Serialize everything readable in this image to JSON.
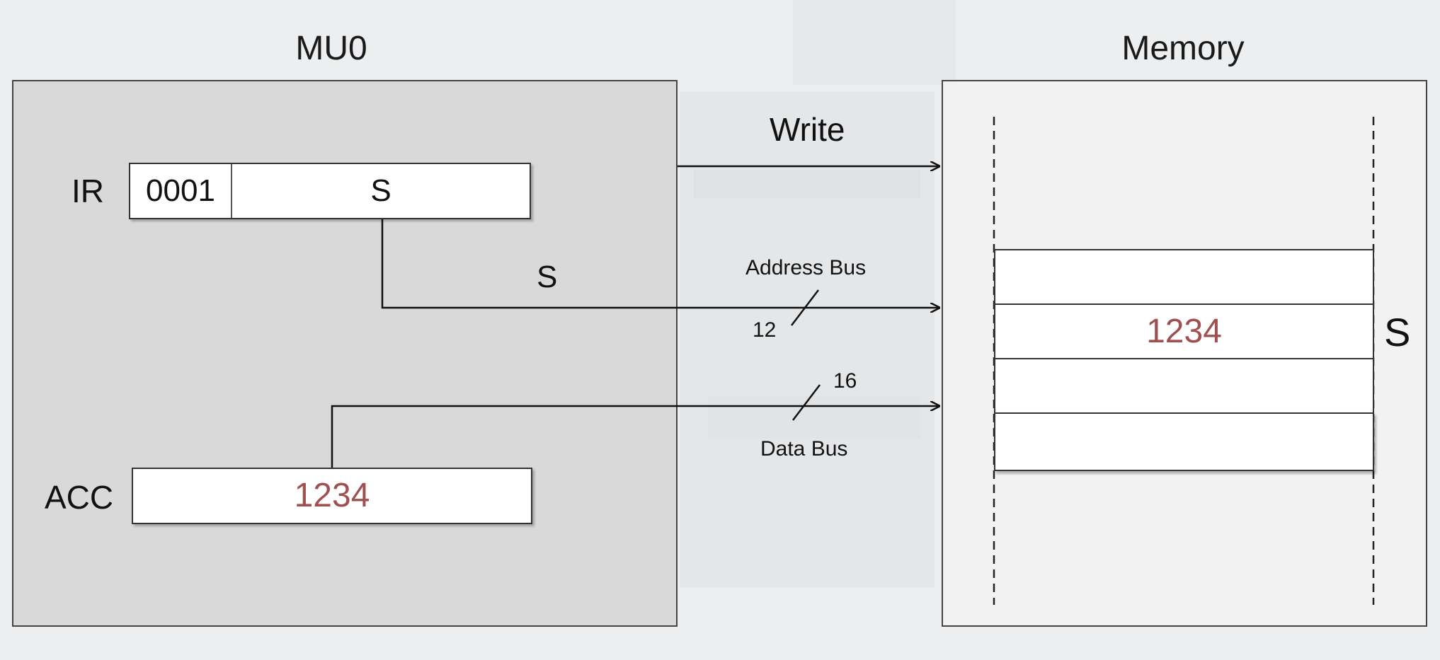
{
  "mu0": {
    "title": "MU0",
    "ir": {
      "label": "IR",
      "opcode": "0001",
      "operand": "S"
    },
    "acc": {
      "label": "ACC",
      "value": "1234"
    },
    "s_wire_label": "S"
  },
  "memory": {
    "title": "Memory",
    "cell_value": "1234",
    "address_label": "S"
  },
  "signals": {
    "write": "Write",
    "address_bus": "Address Bus",
    "address_width": "12",
    "data_bus": "Data Bus",
    "data_width": "16"
  },
  "colors": {
    "value_text": "#a05050",
    "mu0_fill": "#d9d9d9",
    "memory_fill": "#f2f2f2"
  }
}
